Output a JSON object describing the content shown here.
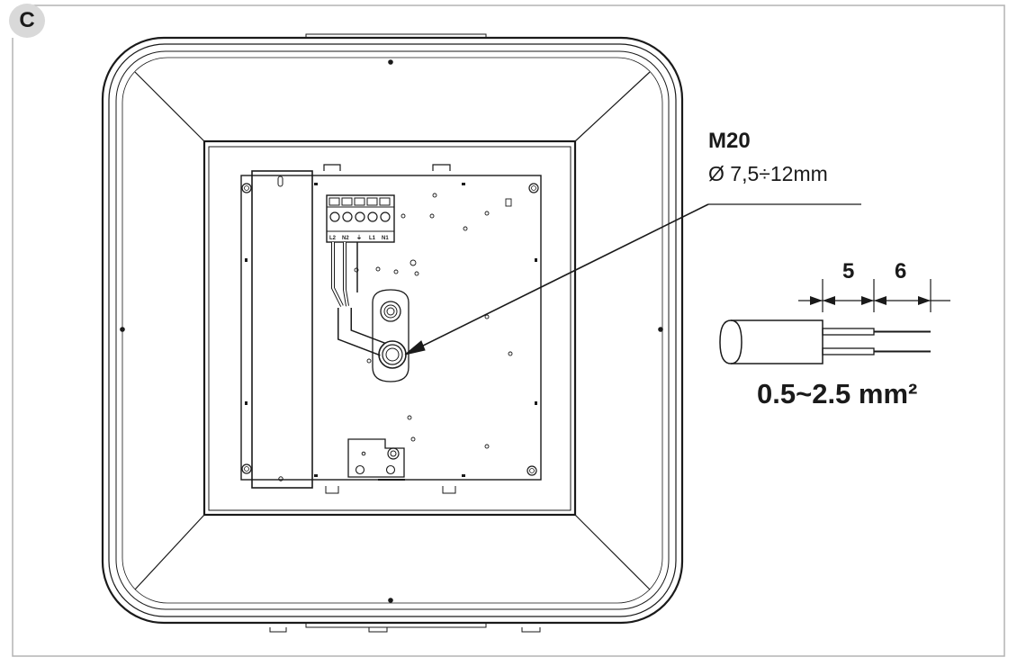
{
  "panel_letter": "C",
  "gland": {
    "name": "M20",
    "cable_range": "Ø 7,5÷12mm"
  },
  "wire_strip": {
    "length_a": "5",
    "length_b": "6",
    "cross_section": "0.5~2.5 mm²"
  },
  "terminal_labels": [
    "L2",
    "N2",
    "⏚",
    "L1",
    "N1"
  ],
  "colors": {
    "line": "#1a1a1a",
    "frame": "#b3b3b3",
    "badge": "#d9d9d9"
  }
}
